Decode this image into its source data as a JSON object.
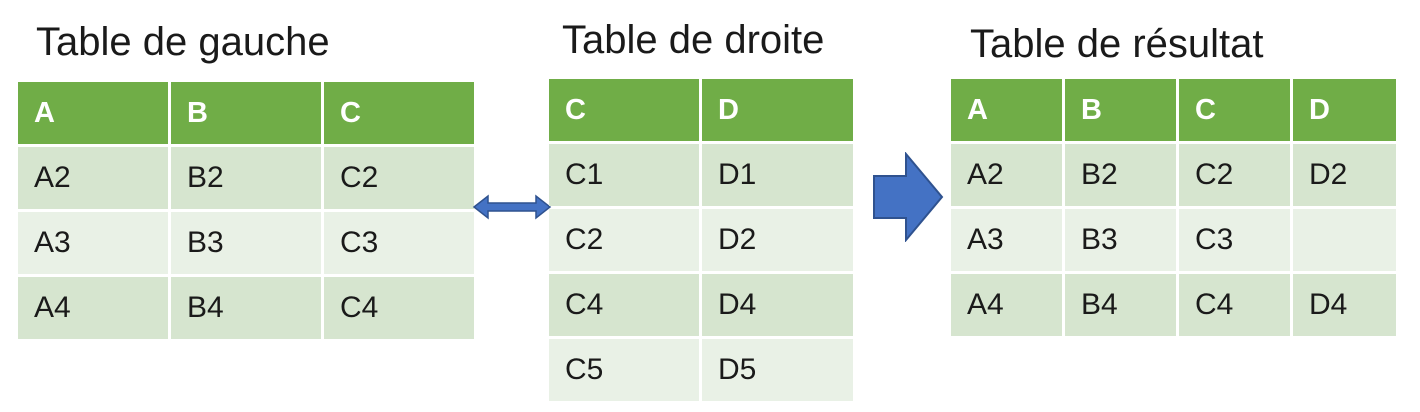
{
  "left_table": {
    "title": "Table de gauche",
    "headers": [
      "A",
      "B",
      "C"
    ],
    "rows": [
      [
        "A2",
        "B2",
        "C2"
      ],
      [
        "A3",
        "B3",
        "C3"
      ],
      [
        "A4",
        "B4",
        "C4"
      ]
    ]
  },
  "right_table": {
    "title": "Table de droite",
    "headers": [
      "C",
      "D"
    ],
    "rows": [
      [
        "C1",
        "D1"
      ],
      [
        "C2",
        "D2"
      ],
      [
        "C4",
        "D4"
      ],
      [
        "C5",
        "D5"
      ]
    ]
  },
  "result_table": {
    "title": "Table de résultat",
    "headers": [
      "A",
      "B",
      "C",
      "D"
    ],
    "rows": [
      [
        "A2",
        "B2",
        "C2",
        "D2"
      ],
      [
        "A3",
        "B3",
        "C3",
        ""
      ],
      [
        "A4",
        "B4",
        "C4",
        "D4"
      ]
    ]
  },
  "colors": {
    "header": "#70ad47",
    "row_dark": "#d6e5cf",
    "row_light": "#e9f1e6",
    "arrow": "#4472c4"
  }
}
